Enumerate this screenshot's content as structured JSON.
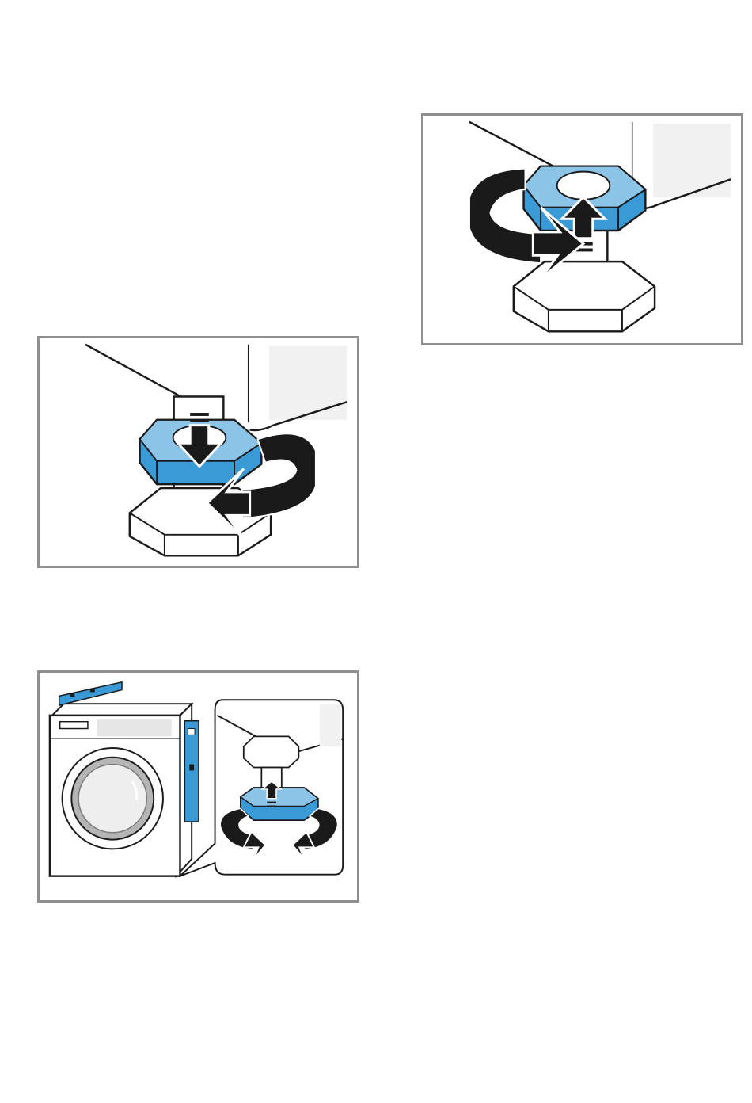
{
  "document": {
    "figures": [
      {
        "id": "fig-a",
        "depicts": "lock-nut-unscrew",
        "icons": [
          "machine-foot-icon",
          "lock-nut-icon",
          "rotation-arrow-icon",
          "up-arrow-icon"
        ]
      },
      {
        "id": "fig-b",
        "depicts": "lock-nut-tighten",
        "icons": [
          "machine-foot-icon",
          "lock-nut-icon",
          "rotation-arrow-icon",
          "down-arrow-icon"
        ]
      },
      {
        "id": "fig-c",
        "depicts": "level-adjust",
        "icons": [
          "washing-machine-icon",
          "spirit-level-icon",
          "machine-foot-icon",
          "rotation-arrow-icon"
        ]
      }
    ],
    "colors": {
      "nut_blue": "#3a9ad6",
      "nut_blue_light": "#8cc4e8",
      "outline": "#1a1a1a",
      "frame": "#8f8f8f",
      "panel_shade": "#f1f1f1"
    }
  }
}
